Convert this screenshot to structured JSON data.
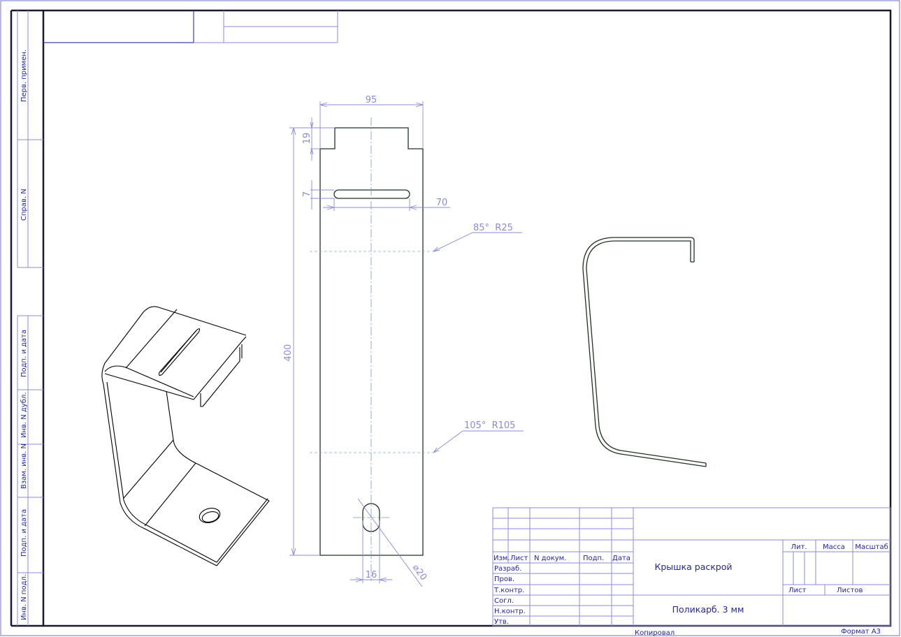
{
  "side_strip": {
    "labels": [
      "Перв. примен.",
      "Справ. N",
      "Подп. и дата",
      "Инв. N дубл.",
      "Взам. инв. N",
      "Подп. и дата",
      "Инв. N подл."
    ]
  },
  "flat_pattern": {
    "dimensions": {
      "width": "95",
      "notch_depth": "19",
      "slot_height": "7",
      "slot_length": "70",
      "length": "400",
      "hole_width": "16",
      "hole_diameter": "⌀20"
    },
    "bend_notes": [
      "85°  R25",
      "105°  R105"
    ]
  },
  "title_block": {
    "headers": [
      "Изм.",
      "Лист",
      "N докум.",
      "Подп.",
      "Дата"
    ],
    "roles": [
      "Разраб.",
      "Пров.",
      "Т.контр.",
      "Согл.",
      "Н.контр.",
      "Утв."
    ],
    "title": "Крышка раскрой",
    "material": "Поликарб. 3 мм",
    "lit_label": "Лит.",
    "mass_label": "Масса",
    "scale_label": "Масштаб",
    "sheet_label": "Лист",
    "sheets_label": "Листов",
    "copied_label": "Копировал",
    "format_label": "Формат А3"
  },
  "colors": {
    "frame": "#1a1a2e",
    "text": "#2424a0",
    "dimension": "#8a8ad8",
    "part": "#1f3320"
  }
}
